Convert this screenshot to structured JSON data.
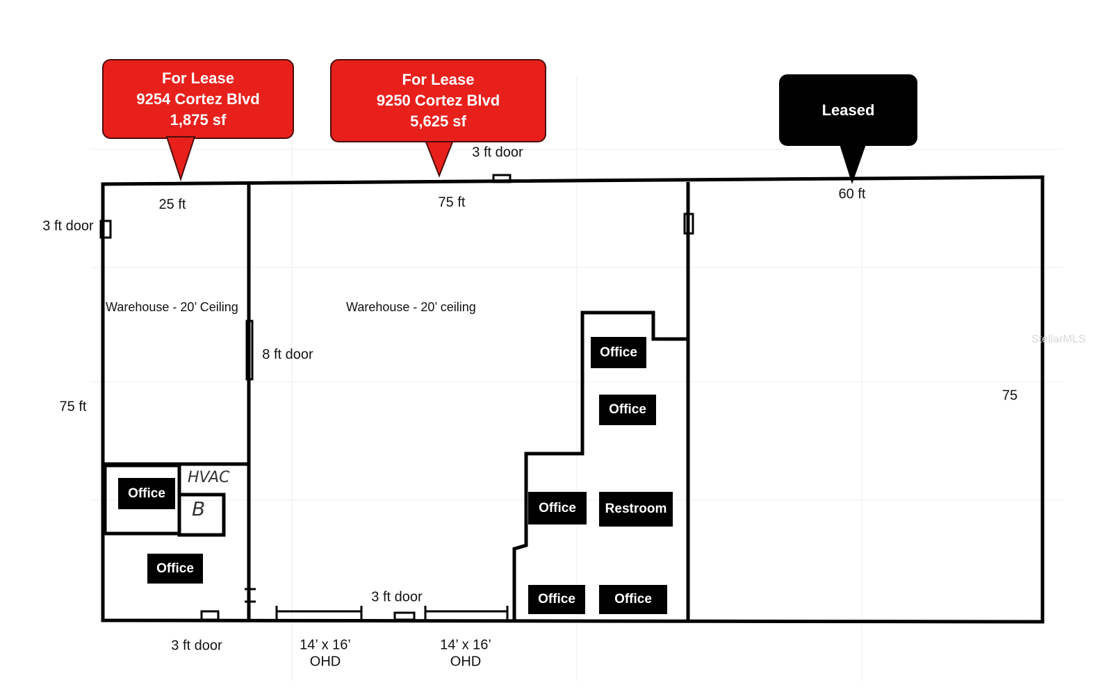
{
  "callouts": [
    {
      "status": "For Lease",
      "address": "9254 Cortez Blvd",
      "area": "1,875 sf"
    },
    {
      "status": "For Lease",
      "address": "9250 Cortez Blvd",
      "area": "5,625 sf"
    },
    {
      "status": "Leased"
    }
  ],
  "dimensions": {
    "unit1_width": "25 ft",
    "unit2_width": "75 ft",
    "unit3_width": "60 ft",
    "left_depth": "75 ft",
    "right_depth": "75"
  },
  "doors": {
    "top_door": "3 ft door",
    "left_door": "3 ft door",
    "interior_door": "8 ft door",
    "bottom_door_mid": "3 ft door",
    "bottom_door_left": "3 ft door",
    "ohd_1": [
      "14’ x 16’",
      "OHD"
    ],
    "ohd_2": [
      "14’ x 16’",
      "OHD"
    ]
  },
  "areas": {
    "warehouse_1": "Warehouse - 20’ Ceiling",
    "warehouse_2": "Warehouse - 20’ ceiling",
    "hvac": "HVAC",
    "bath": "B"
  },
  "rooms": [
    "Office",
    "Office",
    "Office",
    "Office",
    "Office",
    "Restroom",
    "Office",
    "Office"
  ],
  "watermark": "StellarMLS",
  "colors": {
    "for_lease": "#e8201c",
    "leased": "#000000"
  }
}
